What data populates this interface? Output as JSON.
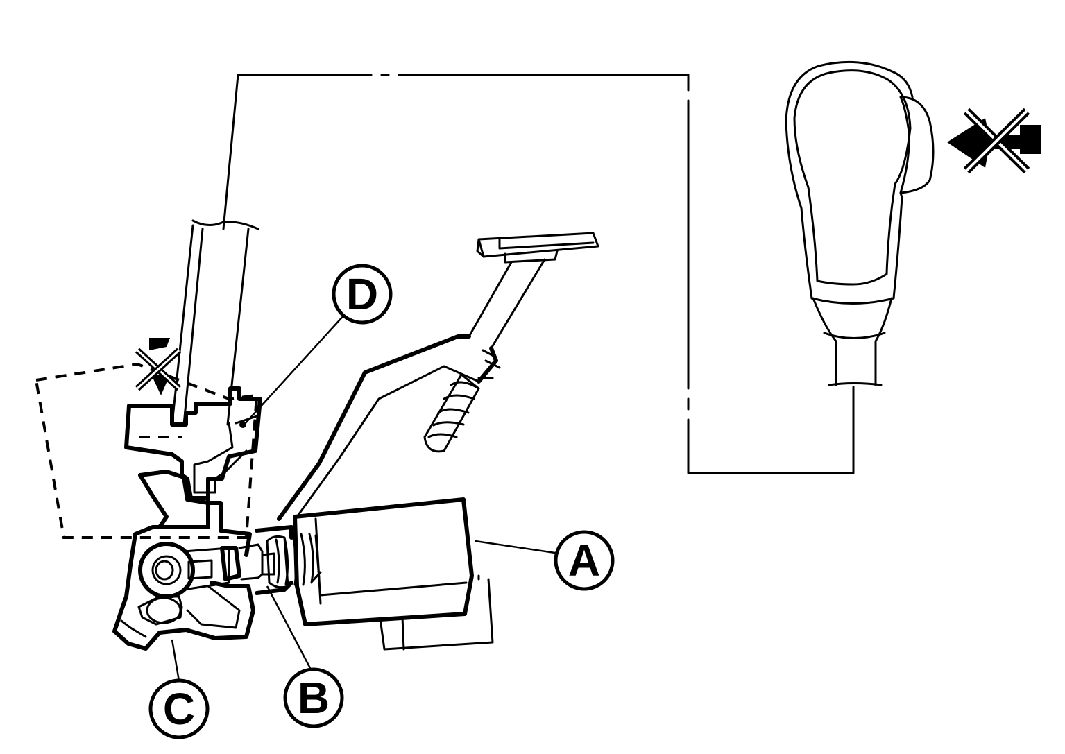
{
  "callouts": {
    "a": "A",
    "b": "B",
    "c": "C",
    "d": "D"
  },
  "colors": {
    "line": "#000000",
    "background": "#ffffff"
  },
  "icons": {
    "no_press_knob": "no-press-cross-icon",
    "no_press_cable": "no-press-cross-icon"
  }
}
